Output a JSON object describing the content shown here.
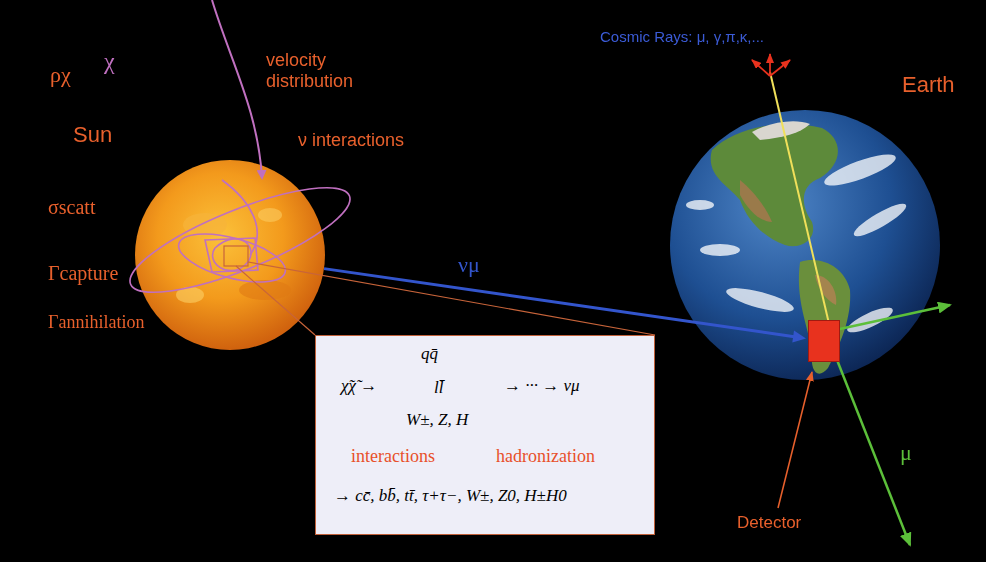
{
  "diagram": {
    "nodes": [
      {
        "text": [
          "Sun"
        ]
      },
      {
        "text": [
          "Earth"
        ]
      },
      {
        "text": [
          "Detector"
        ],
        "in": 1
      },
      {
        "text": [
          "qq̄",
          "χ̃χ̃ →",
          "ll̄",
          "→ ··· → νμ",
          "W±, Z, H",
          "interactions",
          "hadronization",
          "→ cc̄, bb̄, tt̄, τ+τ−, W±, Z0, H±H0"
        ]
      }
    ],
    "edges": [
      {
        "from": 0,
        "to": 2,
        "arrow": "to",
        "label": "νμ"
      }
    ],
    "labels": [
      "ρχ",
      "χ",
      "velocity distribution",
      "ν interactions",
      "σscatt",
      "Γcapture",
      "Γannihilation",
      "Cosmic Rays: μ, γ,π,κ,...",
      "μ"
    ]
  }
}
